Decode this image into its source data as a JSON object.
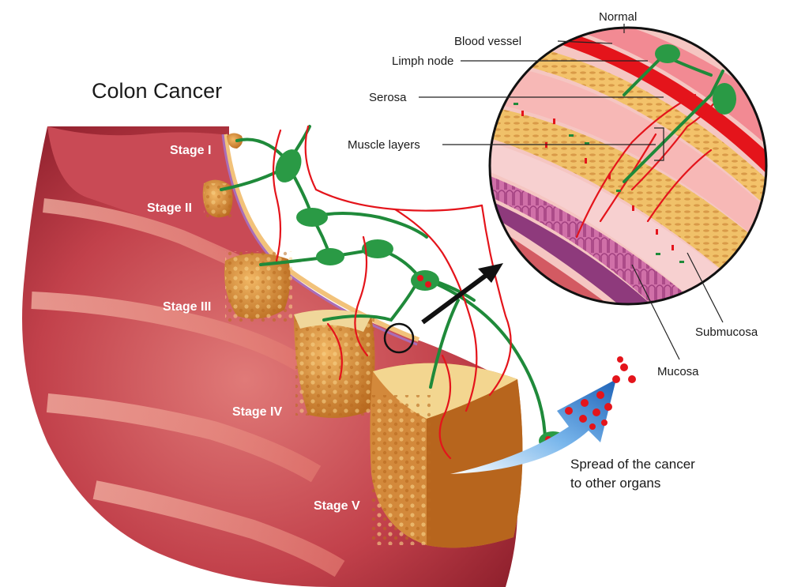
{
  "title": "Colon Cancer",
  "stages": [
    "Stage I",
    "Stage II",
    "Stage III",
    "Stage IV",
    "Stage V"
  ],
  "inset": {
    "header": "Normal",
    "labels": {
      "blood_vessel": "Blood vessel",
      "lymph_node": "Limph node",
      "serosa": "Serosa",
      "muscle_layers": "Muscle layers",
      "submucosa": "Submucosa",
      "mucosa": "Mucosa"
    }
  },
  "spread": {
    "line1": "Spread of the cancer",
    "line2": "to other organs"
  },
  "colors": {
    "colon_outer": "#b8323f",
    "colon_fold": "#e98a7f",
    "tumor": "#d98a2c",
    "lymph": "#1f8a3a",
    "vessel": "#e4141b",
    "arrow": "#2f7fd0"
  }
}
